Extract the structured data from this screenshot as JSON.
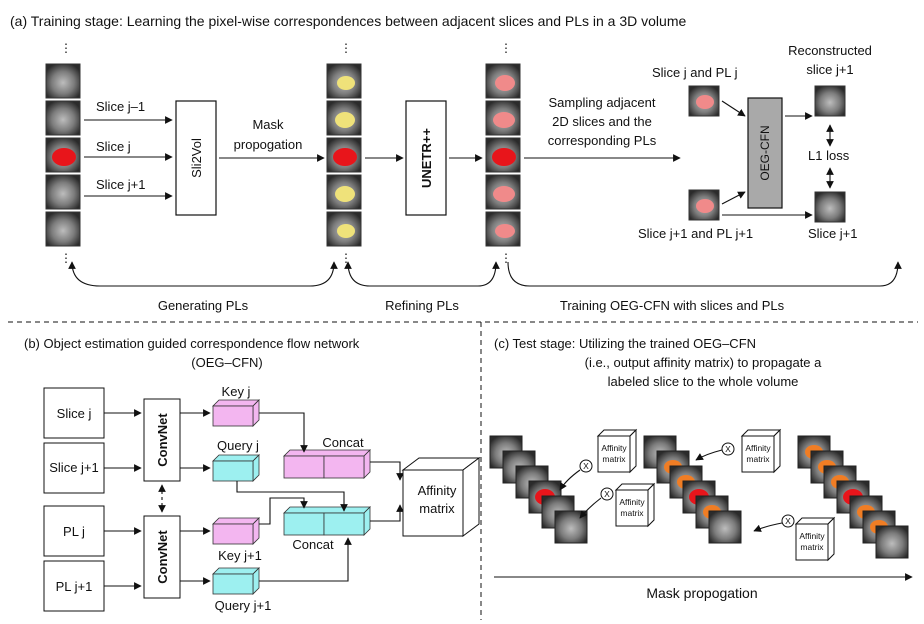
{
  "colors": {
    "label_red": "#e8151b",
    "pl_yellow": "#efe27a",
    "refined_pink": "#f08a8a",
    "orange": "#f07d24",
    "key_pink": "#f3b6f0",
    "query_cyan": "#9df0f0",
    "oeg_gray": "#a9a9a9"
  },
  "panel_a": {
    "title": "(a) Training stage: Learning the pixel-wise correspondences between adjacent slices and PLs in a 3D volume",
    "slice_jm1": "Slice j–1",
    "slice_j": "Slice j",
    "slice_jp1": "Slice j+1",
    "sli2vol": "Sli2Vol",
    "mask_prop_1": "Mask",
    "mask_prop_2": "propogation",
    "unetr": "UNETR++",
    "sampling_1": "Sampling adjacent",
    "sampling_2": "2D slices and the",
    "sampling_3": "corresponding PLs",
    "slice_pl_j": "Slice j and PL j",
    "slice_pl_jp1": "Slice j+1 and PL j+1",
    "oeg_cfn": "OEG-CFN",
    "recon_1": "Reconstructed",
    "recon_2": "slice j+1",
    "l1_loss": "L1 loss",
    "slice_jp1_out": "Slice j+1",
    "gen_pls": "Generating PLs",
    "refine_pls": "Refining PLs",
    "train_oeg": "Training OEG-CFN with slices and PLs"
  },
  "panel_b": {
    "title_1": "(b) Object estimation guided correspondence flow network",
    "title_2": "(OEG–CFN)",
    "slice_j": "Slice j",
    "slice_jp1": "Slice j+1",
    "pl_j": "PL j",
    "pl_jp1": "PL j+1",
    "convnet": "ConvNet",
    "key_j": "Key j",
    "query_j": "Query j",
    "key_jp1": "Key j+1",
    "query_jp1": "Query j+1",
    "concat": "Concat",
    "affinity_1": "Affinity",
    "affinity_2": "matrix"
  },
  "panel_c": {
    "title_1": "(c)   Test stage: Utilizing the trained OEG–CFN",
    "title_2": "(i.e., output affinity matrix) to propagate a",
    "title_3": "labeled slice to the whole volume",
    "affinity_1": "Affinity",
    "affinity_2": "matrix",
    "x_symbol": "X",
    "mask_prop": "Mask propogation"
  }
}
